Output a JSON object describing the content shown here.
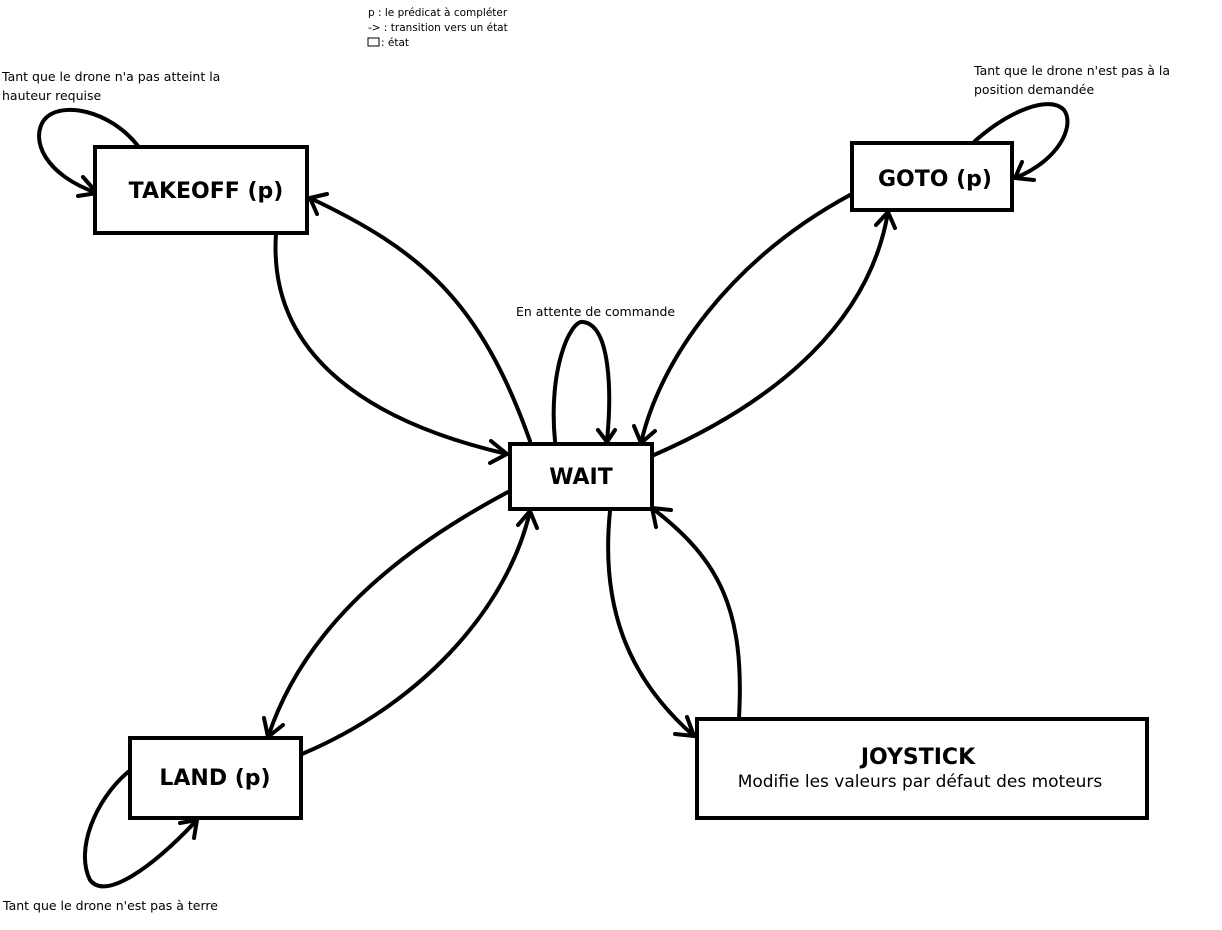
{
  "legend": {
    "line1": "p : le prédicat à compléter",
    "line2": "-> : transition vers un état",
    "line3": ": état"
  },
  "states": {
    "takeoff": {
      "title": "TAKEOFF (p)"
    },
    "goto": {
      "title": "GOTO (p)"
    },
    "wait": {
      "title": "WAIT"
    },
    "land": {
      "title": "LAND (p)"
    },
    "joystick": {
      "title": "JOYSTICK",
      "description": "Modifie les valeurs par défaut des moteurs"
    }
  },
  "self_loops": {
    "takeoff": {
      "line1": "Tant que le drone n'a pas atteint la",
      "line2": "hauteur requise"
    },
    "goto": {
      "line1": "Tant que le drone n'est pas à la",
      "line2": "position demandée"
    },
    "wait": {
      "line1": "En attente de commande"
    },
    "land": {
      "line1": "Tant que le drone n'est pas à terre"
    }
  },
  "transitions": [
    {
      "from": "WAIT",
      "to": "TAKEOFF (p)"
    },
    {
      "from": "TAKEOFF (p)",
      "to": "WAIT"
    },
    {
      "from": "WAIT",
      "to": "GOTO (p)"
    },
    {
      "from": "GOTO (p)",
      "to": "WAIT"
    },
    {
      "from": "WAIT",
      "to": "LAND (p)"
    },
    {
      "from": "LAND (p)",
      "to": "WAIT"
    },
    {
      "from": "WAIT",
      "to": "JOYSTICK"
    },
    {
      "from": "JOYSTICK",
      "to": "WAIT"
    },
    {
      "from": "WAIT",
      "to": "WAIT"
    },
    {
      "from": "TAKEOFF (p)",
      "to": "TAKEOFF (p)"
    },
    {
      "from": "GOTO (p)",
      "to": "GOTO (p)"
    },
    {
      "from": "LAND (p)",
      "to": "LAND (p)"
    }
  ]
}
